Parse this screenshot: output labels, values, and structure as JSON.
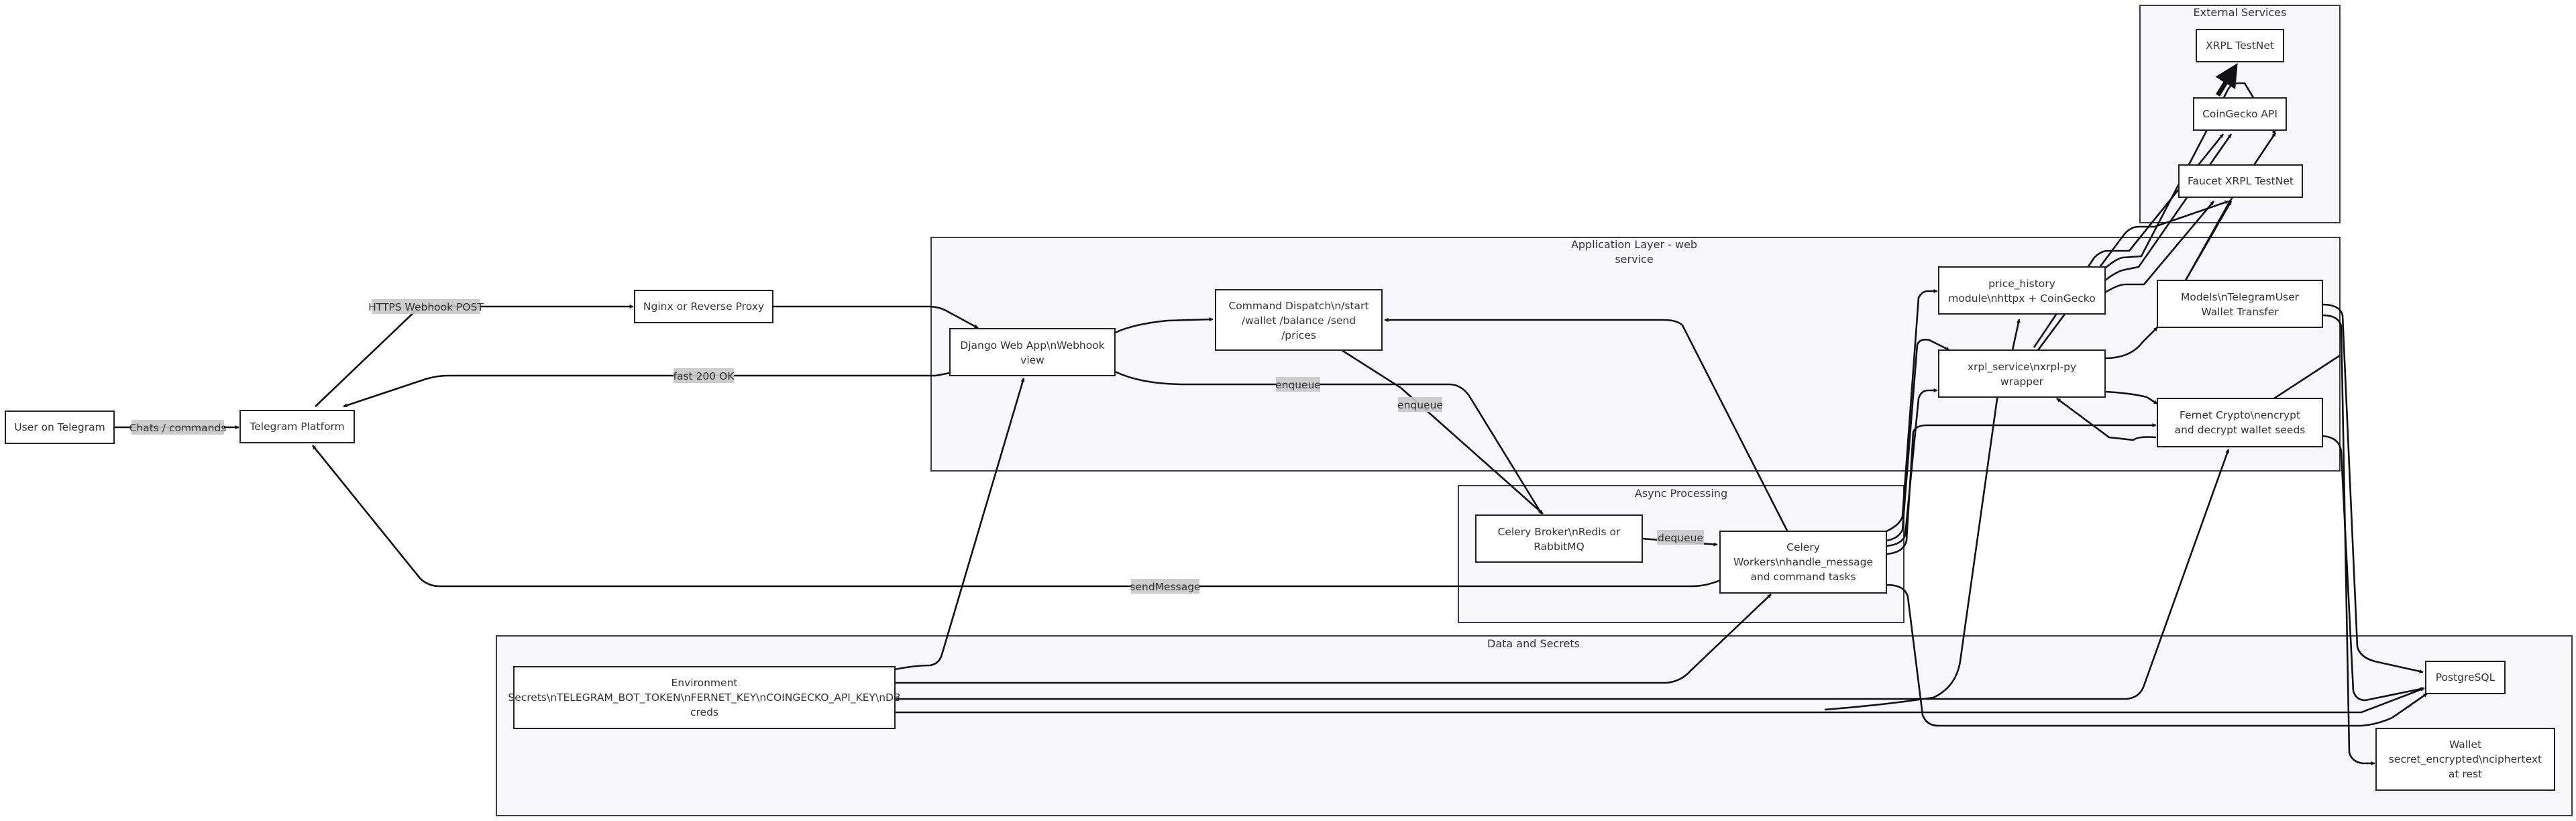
{
  "clusters": {
    "external": {
      "label": "External Services"
    },
    "app": {
      "label": [
        "Application Layer - web",
        "service"
      ]
    },
    "async": {
      "label": "Async Processing"
    },
    "data": {
      "label": "Data and Secrets"
    }
  },
  "nodes": {
    "user": {
      "label": [
        "User on Telegram"
      ]
    },
    "telegram": {
      "label": [
        "Telegram Platform"
      ]
    },
    "nginx": {
      "label": [
        "Nginx or Reverse Proxy"
      ]
    },
    "django": {
      "label": [
        "Django Web App\\nWebhook",
        "view"
      ]
    },
    "dispatch": {
      "label": [
        "Command Dispatch\\n/start",
        "/wallet /balance /send",
        "/prices"
      ]
    },
    "price": {
      "label": [
        "price_history",
        "module\\nhttpx + CoinGecko"
      ]
    },
    "xrpl_service": {
      "label": [
        "xrpl_service\\nxrpl-py",
        "wrapper"
      ]
    },
    "models": {
      "label": [
        "Models\\nTelegramUser",
        "Wallet Transfer"
      ]
    },
    "fernet": {
      "label": [
        "Fernet Crypto\\nencrypt",
        "and decrypt wallet seeds"
      ]
    },
    "xrpl_testnet": {
      "label": [
        "XRPL TestNet"
      ]
    },
    "coingecko": {
      "label": [
        "CoinGecko API"
      ]
    },
    "faucet": {
      "label": [
        "Faucet XRPL TestNet"
      ]
    },
    "broker": {
      "label": [
        "Celery Broker\\nRedis or",
        "RabbitMQ"
      ]
    },
    "workers": {
      "label": [
        "Celery",
        "Workers\\nhandle_message",
        "and command tasks"
      ]
    },
    "env": {
      "label": [
        "Environment",
        "Secrets\\nTELEGRAM_BOT_TOKEN\\nFERNET_KEY\\nCOINGECKO_API_KEY\\nDB",
        "creds"
      ]
    },
    "postgres": {
      "label": [
        "PostgreSQL"
      ]
    },
    "wallet": {
      "label": [
        "Wallet",
        "secret_encrypted\\nciphertext",
        "at rest"
      ]
    }
  },
  "edges": {
    "chats": {
      "label": "Chats / commands"
    },
    "webhook_post": {
      "label": "HTTPS Webhook POST"
    },
    "fast_ok": {
      "label": "fast 200 OK"
    },
    "enqueue1": {
      "label": "enqueue"
    },
    "enqueue2": {
      "label": "enqueue"
    },
    "dequeue": {
      "label": "dequeue"
    },
    "send_message": {
      "label": "sendMessage"
    }
  },
  "colors": {
    "node_fill": "#ffffff",
    "node_stroke": "#222222",
    "cluster_fill": "#f8f8fa",
    "cluster_stroke": "#3a3a48",
    "edge": "#111111",
    "edge_label_bg": "#c8c8c8"
  }
}
